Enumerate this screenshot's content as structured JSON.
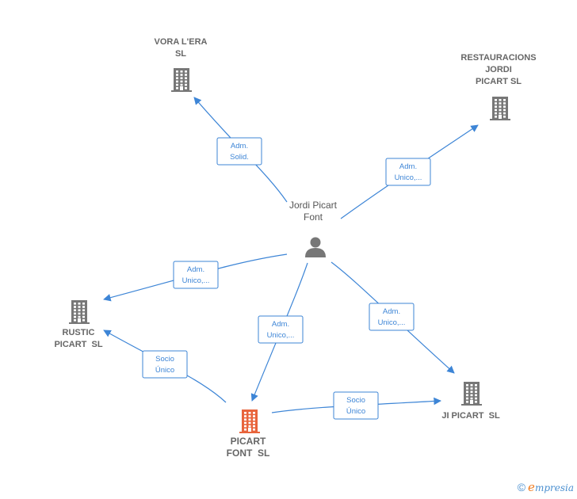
{
  "colors": {
    "edge": "#3d85d6",
    "building": "#777777",
    "building_main": "#e8643c",
    "person": "#777777"
  },
  "nodes": [
    {
      "id": "vora",
      "type": "company",
      "icon": "building-icon",
      "lines": [
        "VORA L'ERA",
        "SL"
      ]
    },
    {
      "id": "rest",
      "type": "company",
      "icon": "building-icon",
      "lines": [
        "RESTAURACIONS",
        "JORDI",
        "PICART SL"
      ]
    },
    {
      "id": "jordi",
      "type": "person",
      "icon": "person-icon",
      "lines": [
        "Jordi Picart",
        "Font"
      ]
    },
    {
      "id": "rustic",
      "type": "company",
      "icon": "building-icon",
      "lines": [
        "RUSTIC",
        "PICART  SL"
      ]
    },
    {
      "id": "picart",
      "type": "company-main",
      "icon": "building-icon",
      "lines": [
        "PICART",
        "FONT  SL"
      ]
    },
    {
      "id": "ji",
      "type": "company",
      "icon": "building-icon",
      "lines": [
        "JI PICART  SL"
      ]
    }
  ],
  "edges": [
    {
      "from": "jordi",
      "to": "vora",
      "label": [
        "Adm.",
        "Solid."
      ]
    },
    {
      "from": "jordi",
      "to": "rest",
      "label": [
        "Adm.",
        "Unico,..."
      ]
    },
    {
      "from": "jordi",
      "to": "rustic",
      "label": [
        "Adm.",
        "Unico,..."
      ]
    },
    {
      "from": "jordi",
      "to": "picart",
      "label": [
        "Adm.",
        "Unico,..."
      ]
    },
    {
      "from": "jordi",
      "to": "ji",
      "label": [
        "Adm.",
        "Unico,..."
      ]
    },
    {
      "from": "picart",
      "to": "rustic",
      "label": [
        "Socio",
        "Único"
      ]
    },
    {
      "from": "picart",
      "to": "ji",
      "label": [
        "Socio",
        "Único"
      ]
    }
  ],
  "watermark": {
    "copyright": "©",
    "brand_first": "e",
    "brand_rest": "mpresia"
  }
}
